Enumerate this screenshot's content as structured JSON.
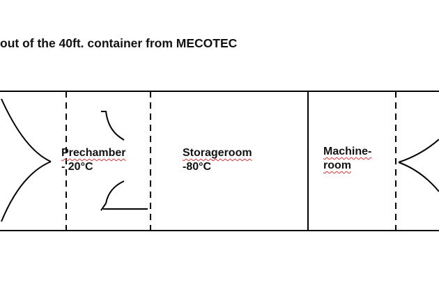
{
  "title": "out of the 40ft. container from MECOTEC",
  "rooms": [
    {
      "name": "Prechamber",
      "temp": "- 20°C"
    },
    {
      "name": "Storageroom",
      "temp": "-80°C"
    },
    {
      "name": "Machine-",
      "temp": "room"
    }
  ]
}
